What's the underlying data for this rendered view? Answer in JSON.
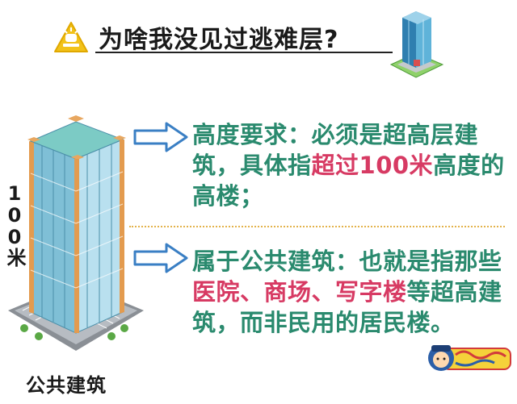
{
  "header": {
    "title": "为啥我没见过逃难层?"
  },
  "building": {
    "height_label": "100米",
    "caption": "公共建筑"
  },
  "criteria": [
    {
      "parts": [
        {
          "text": "高度要求：必须是超高层建筑，具体指",
          "highlight": false
        },
        {
          "text": "超过100米",
          "highlight": true
        },
        {
          "text": "高度的高楼；",
          "highlight": false
        }
      ]
    },
    {
      "parts": [
        {
          "text": "属于公共建筑：也就是指那些",
          "highlight": false
        },
        {
          "text": "医院、商场、写字楼",
          "highlight": true
        },
        {
          "text": "等超高建筑，而非民用的居民楼。",
          "highlight": false
        }
      ]
    }
  ],
  "colors": {
    "text_green": "#2a8a6e",
    "highlight_pink": "#d73a63",
    "divider_gold": "#e3b24a",
    "arrow_blue": "#3a7fc4",
    "warning_yellow": "#f2c21a"
  },
  "icons": {
    "warning": "warning-triangle-icon",
    "arrow": "right-arrow-icon",
    "building": "skyscraper-illustration"
  }
}
